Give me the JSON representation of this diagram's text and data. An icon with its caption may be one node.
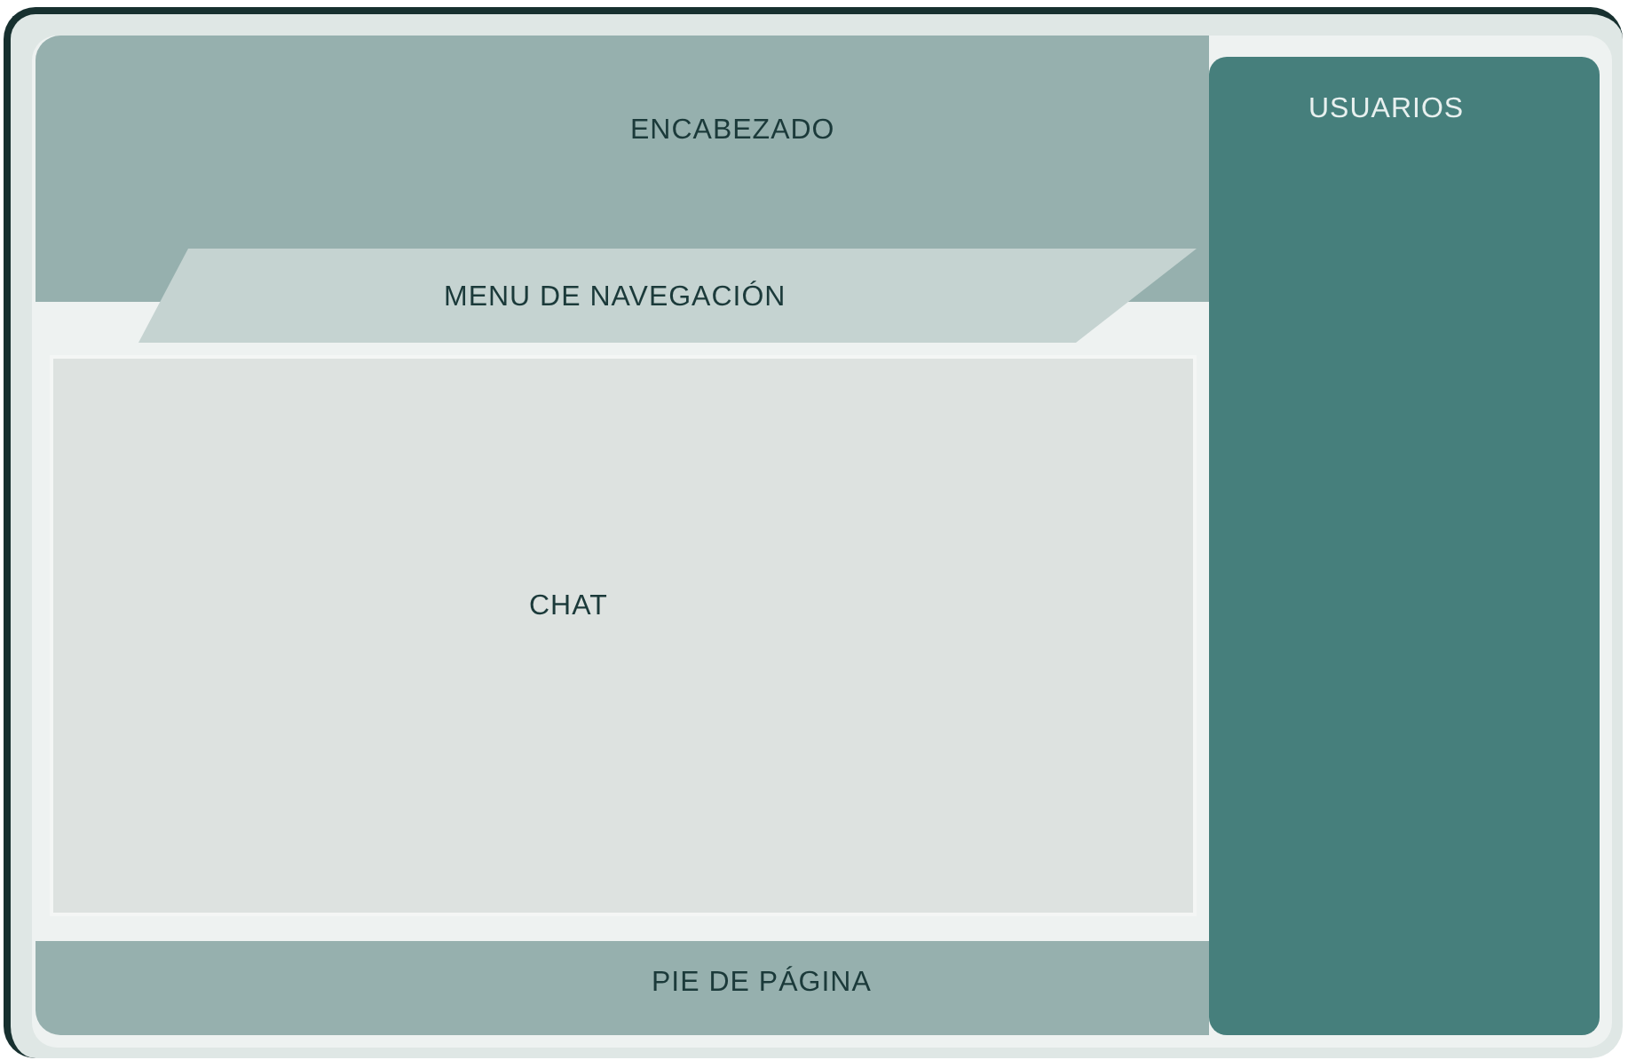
{
  "diagram": {
    "nodes": [
      {
        "text": [
          "ENCABEZADO"
        ]
      },
      {
        "text": [
          "USUARIOS"
        ]
      },
      {
        "text": [
          "MENU DE NAVEGACIÓN"
        ]
      },
      {
        "text": [
          "CHAT"
        ]
      },
      {
        "text": [
          "PIE DE PÁGINA"
        ]
      }
    ]
  }
}
